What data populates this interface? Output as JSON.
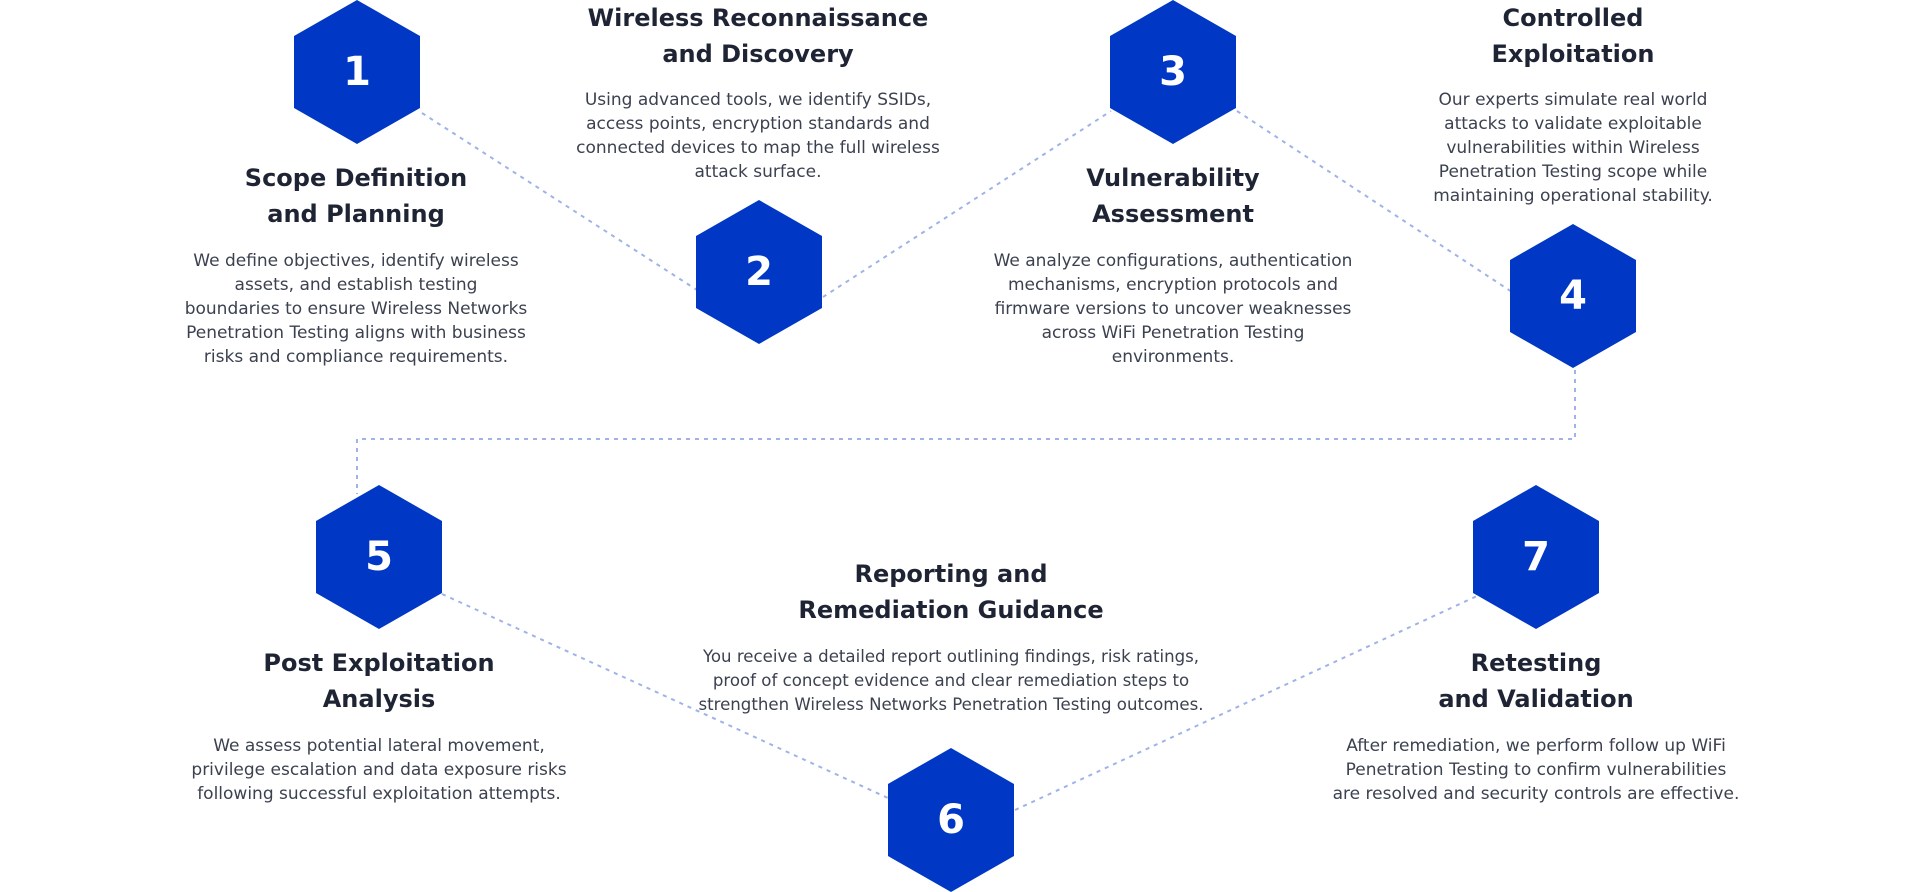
{
  "colors": {
    "hexagon": "#0038c5",
    "connector": "#9fb3e6",
    "title": "#1e2434",
    "text": "#3c4150"
  },
  "steps": [
    {
      "number": "1",
      "title": [
        "Scope Definition",
        "and Planning"
      ],
      "description": [
        "We define objectives, identify wireless",
        "assets, and establish testing",
        "boundaries to ensure Wireless Networks",
        "Penetration Testing aligns with business",
        "risks and compliance requirements."
      ]
    },
    {
      "number": "2",
      "title": [
        "Wireless Reconnaissance",
        "and Discovery"
      ],
      "description": [
        "Using advanced tools, we identify SSIDs,",
        "access points, encryption standards and",
        "connected devices to map the full wireless",
        "attack surface."
      ]
    },
    {
      "number": "3",
      "title": [
        "Vulnerability",
        "Assessment"
      ],
      "description": [
        "We analyze configurations, authentication",
        "mechanisms, encryption protocols and",
        "firmware versions to uncover weaknesses",
        "across WiFi Penetration Testing",
        "environments."
      ]
    },
    {
      "number": "4",
      "title": [
        "Controlled",
        "Exploitation"
      ],
      "description": [
        "Our experts simulate real world",
        "attacks to validate exploitable",
        "vulnerabilities within Wireless",
        "Penetration Testing scope while",
        "maintaining operational stability."
      ]
    },
    {
      "number": "5",
      "title": [
        "Post Exploitation",
        "Analysis"
      ],
      "description": [
        "We assess potential lateral movement,",
        "privilege escalation and data exposure risks",
        "following successful exploitation attempts."
      ]
    },
    {
      "number": "6",
      "title": [
        "Reporting and",
        "Remediation Guidance"
      ],
      "description": [
        "You receive a detailed report outlining findings, risk ratings,",
        "proof of concept evidence and clear remediation steps to",
        "strengthen Wireless Networks Penetration Testing outcomes."
      ]
    },
    {
      "number": "7",
      "title": [
        "Retesting",
        "and Validation"
      ],
      "description": [
        "After remediation, we perform follow up WiFi",
        "Penetration Testing to confirm vulnerabilities",
        "are resolved and security controls are effective."
      ]
    }
  ]
}
